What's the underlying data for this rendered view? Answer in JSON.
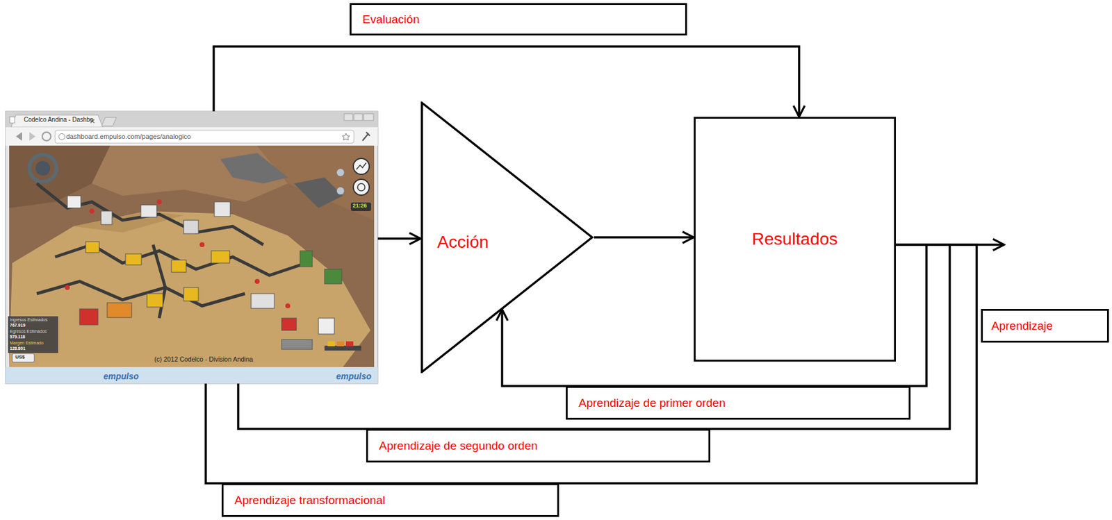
{
  "diagram": {
    "nodes": [
      {
        "text": [
          "Evaluación"
        ]
      },
      {
        "text": [
          "Codelco Andina - Dashbo",
          "dashboard.empulso.com/pages/analogico",
          "21:26",
          "Ingresos Estimados",
          "767.919",
          "Egresos Estimados",
          "579.118",
          "Margen Estimado",
          "128.801",
          "US$",
          "(c) 2012 Codelco - Division Andina",
          "empulso",
          "empulso"
        ]
      },
      {
        "text": [
          "Acción"
        ]
      },
      {
        "text": [
          "Resultados"
        ]
      },
      {
        "text": [
          "Aprendizaje"
        ]
      },
      {
        "text": [
          "Aprendizaje de primer orden"
        ]
      },
      {
        "text": [
          "Aprendizaje de segundo orden"
        ]
      },
      {
        "text": [
          "Aprendizaje transformacional"
        ]
      }
    ],
    "edges": [
      {
        "from": 1,
        "to": 2,
        "arrow": "to"
      },
      {
        "from": 2,
        "to": 3,
        "arrow": "to"
      },
      {
        "from": 1,
        "to": 3,
        "arrow": "to"
      },
      {
        "from": 3,
        "to": 2,
        "arrow": "to"
      },
      {
        "from": 3,
        "to": 1,
        "arrow": "none"
      },
      {
        "from": 3,
        "to": 1,
        "arrow": "none"
      }
    ]
  }
}
